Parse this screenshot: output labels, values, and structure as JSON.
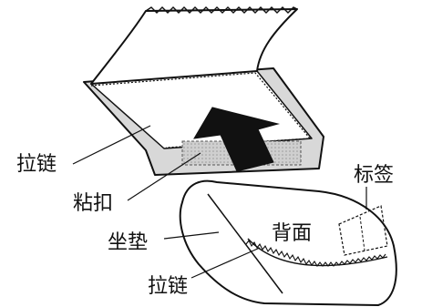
{
  "labels": {
    "zipper_top": "拉链",
    "velcro": "粘扣",
    "back": "背面",
    "label": "标签",
    "cushion": "坐垫",
    "zipper_bottom": "拉链"
  },
  "colors": {
    "stroke": "#111111",
    "fill": "#ffffff",
    "band": "#d8d8d8",
    "velcro_patch": "#c9c9c9",
    "arrow": "#111111"
  }
}
